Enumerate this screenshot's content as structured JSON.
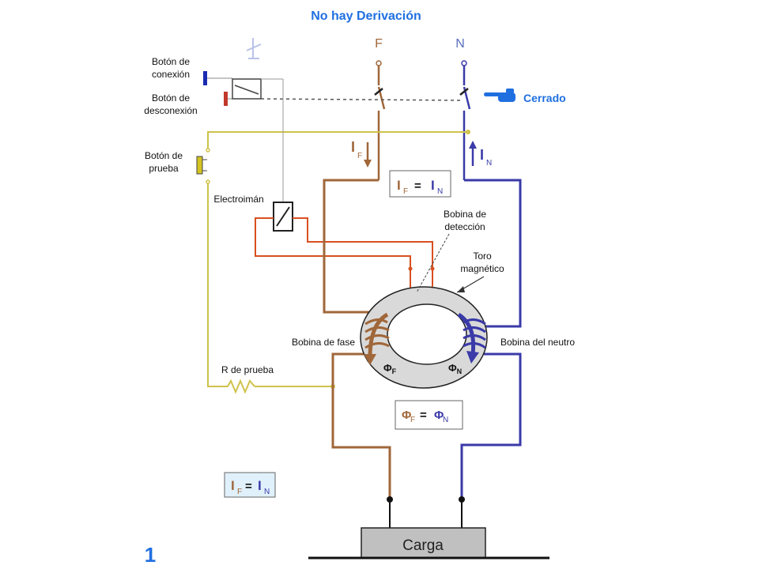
{
  "title": "No hay Derivación",
  "labels": {
    "phase": "F",
    "neutral": "N",
    "connect_button_1": "Botón de",
    "connect_button_2": "conexión",
    "disconnect_button_1": "Botón de",
    "disconnect_button_2": "desconexión",
    "test_button_1": "Botón de",
    "test_button_2": "prueba",
    "electromagnet": "Electroimán",
    "closed": "Cerrado",
    "detection_coil_1": "Bobina de",
    "detection_coil_2": "detección",
    "toroid_1": "Toro",
    "toroid_2": "magnético",
    "phase_coil": "Bobina de fase",
    "neutral_coil": "Bobina del neutro",
    "test_resistor": "R de prueba",
    "load": "Carga",
    "slide_number": "1"
  },
  "symbols": {
    "current": "I",
    "flux": "Φ",
    "sub_f": "F",
    "sub_n": "N",
    "equals": "="
  },
  "colors": {
    "title": "#1f6fe0",
    "phase_wire": "#a0673a",
    "neutral_wire": "#3a3aa8",
    "test_wire": "#cfc24a",
    "detection_wire": "#d8501f",
    "toroid": "#d9d9d9",
    "load_box": "#c0c0c0",
    "connect_button": "#1a2bb0",
    "disconnect_button": "#c0392b",
    "test_button": "#d4c41f"
  },
  "icons": {
    "hand": "pointing-hand-icon",
    "ghost_switch": "faded-switch-icon"
  }
}
